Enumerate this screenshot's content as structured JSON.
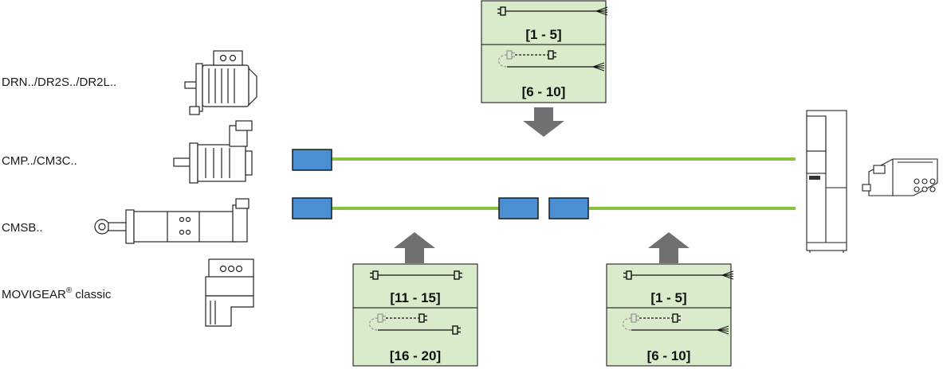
{
  "colors": {
    "cable": "#86c341",
    "connector_fill": "#4a8fd4",
    "connector_stroke": "#1a1a1a",
    "box_fill": "#d8ebca",
    "box_stroke": "#333333",
    "arrow": "#707070"
  },
  "motors": [
    {
      "id": "drn",
      "label": "DRN../DR2S../DR2L..",
      "icon": "motor-drn-icon"
    },
    {
      "id": "cmp",
      "label": "CMP../CM3C..",
      "icon": "motor-cmp-icon"
    },
    {
      "id": "cmsb",
      "label": "CMSB..",
      "icon": "motor-cmsb-icon"
    },
    {
      "id": "movigear",
      "label": "MOVIGEAR",
      "label_sup": "®",
      "label_suffix": " classic",
      "icon": "movigear-icon"
    }
  ],
  "cable_boxes": {
    "top": {
      "upper": "[1 - 5]",
      "lower": "[6 - 10]",
      "upper_icon": "plug-open-end-cable-icon",
      "lower_icon": "extension-plug-cable-icon"
    },
    "bottom_left": {
      "upper": "[11 - 15]",
      "lower": "[16 - 20]",
      "upper_icon": "plug-plug-cable-icon",
      "lower_icon": "extension-plug-plug-cable-icon"
    },
    "bottom_right": {
      "upper": "[1 - 5]",
      "lower": "[6 - 10]",
      "upper_icon": "plug-open-end-cable-icon",
      "lower_icon": "extension-plug-cable-icon"
    }
  },
  "devices": {
    "inverter_icon": "inverter-icon",
    "decentral_icon": "decentral-controller-icon"
  }
}
